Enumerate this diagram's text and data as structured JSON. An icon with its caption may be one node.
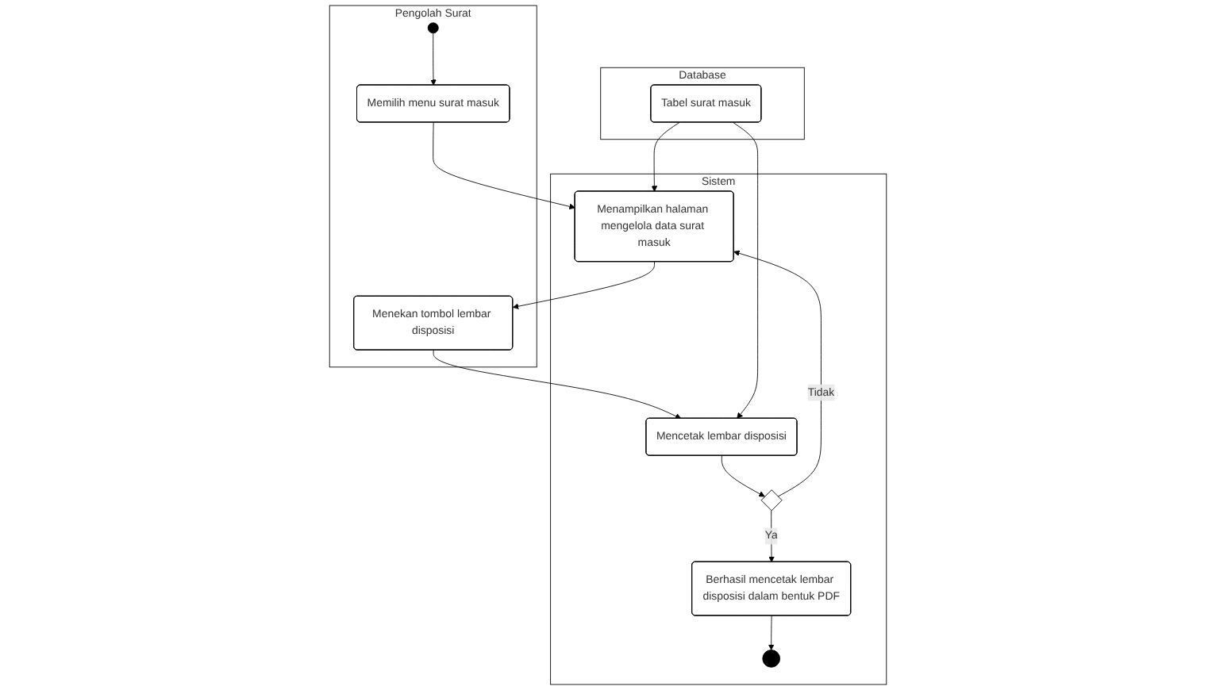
{
  "diagram": {
    "nodes": [
      {
        "text": [
          "Pengolah Surat"
        ]
      },
      {
        "text": [
          "Sistem"
        ]
      },
      {
        "text": [
          "Database"
        ]
      },
      {
        "text": [],
        "shape": "circle",
        "in": 0
      },
      {
        "text": [
          "Memilih menu surat masuk"
        ],
        "in": 0
      },
      {
        "text": [
          "Menampilkan halaman mengelola data surat masuk"
        ],
        "in": 1
      },
      {
        "text": [
          "Tabel surat masuk"
        ],
        "in": 2
      },
      {
        "text": [
          "Menekan tombol lembar disposisi"
        ],
        "in": 0
      },
      {
        "text": [
          "Mencetak lembar disposisi"
        ],
        "in": 1
      },
      {
        "text": [],
        "shape": "diamond",
        "in": 1
      },
      {
        "text": [
          "Berhasil mencetak lembar disposisi dalam bentuk PDF"
        ],
        "in": 1
      },
      {
        "text": [],
        "shape": "circle",
        "in": 1
      }
    ],
    "edges": [
      {
        "from": 3,
        "to": 4,
        "arrow": "to"
      },
      {
        "from": 4,
        "to": 5,
        "arrow": "to"
      },
      {
        "from": 6,
        "to": 5,
        "arrow": "to"
      },
      {
        "from": 5,
        "to": 7,
        "arrow": "to"
      },
      {
        "from": 7,
        "to": 8,
        "arrow": "to"
      },
      {
        "from": 6,
        "to": 8,
        "arrow": "to"
      },
      {
        "from": 8,
        "to": 9,
        "arrow": "to"
      },
      {
        "from": 9,
        "to": 5,
        "label": "Tidak",
        "arrow": "to"
      },
      {
        "from": 9,
        "to": 10,
        "label": "Ya",
        "arrow": "to"
      },
      {
        "from": 10,
        "to": 11,
        "arrow": "to"
      }
    ]
  }
}
